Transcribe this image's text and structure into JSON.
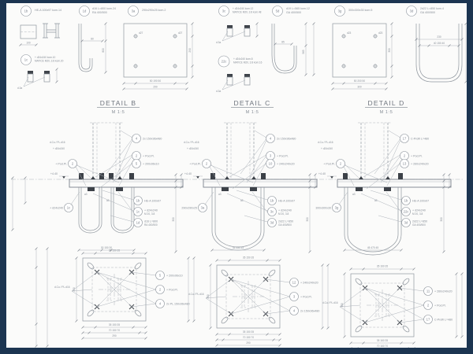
{
  "colors": {
    "background": "#1c3551",
    "paper": "#fbfbfa",
    "line": "#adb3ba",
    "dark": "#3c4148",
    "text": "#878e97"
  },
  "parts": [
    {
      "id": "1b",
      "line1": "HE-A 100x97 kom.14",
      "dim": "100"
    },
    {
      "id": "1c",
      "line1": "+ d24x240 kom.10",
      "line2": "MATICE M20, 3.8 kom.20",
      "note": "d.3a"
    },
    {
      "id": "1d",
      "line1": "d16 L=800 kom.24",
      "line2": "RA 400/500",
      "dim_h": "80",
      "dim_v": "800"
    },
    {
      "id": "3a",
      "line1": "290x290x25 kom.2",
      "hole": "d27",
      "dim_b1": "50 190 50",
      "dim_b2": "290",
      "dim_r": "290"
    },
    {
      "id": "3c",
      "line1": "+ d24x240 kom.12",
      "line2": "MATICE M20, 3.8 kom.48",
      "note": "d.3a"
    },
    {
      "id": "22c",
      "line1": "+ d24x240 kom.8",
      "line2": "MATICE M20, 3.8 kom.16",
      "note": "d.3a"
    },
    {
      "id": "5d",
      "line1": "d19 L=565 kom.12",
      "line2": "GA 400/500",
      "dim_h": "85",
      "dim_v": "565"
    },
    {
      "id": "3g",
      "line1": "300x300x30 kom.5",
      "hole": "d23",
      "dim_b1": "50 200 50",
      "dim_b2": "300",
      "dim_r": "300"
    },
    {
      "id": "3d",
      "line1": "2d22 L=850 kom.4",
      "line2": "GA 400/500",
      "dim_h1": "40 150 40",
      "dim_h2": "230"
    }
  ],
  "details": [
    {
      "title": "DETAIL B",
      "scale": "M 1:5",
      "level": "+4.40",
      "elev": {
        "note1": "d.Cu / PL.d16",
        "note2": "+ d24x240",
        "weld1": "a3",
        "weld2": "a5",
        "right": [
          {
            "n": "4",
            "t": "2x 150x96x480"
          },
          {
            "n": "2",
            "t": "+ Pod.Pl."
          },
          {
            "n": "5",
            "t": "+ 200x96x10"
          }
        ],
        "left": {
          "n": "2",
          "t": "+ Pod.Pl."
        },
        "bleft": {
          "n": "1c",
          "t": "+ d24x240"
        },
        "bright": [
          {
            "n": "1b",
            "t": "HE-A 100x97",
            "t2": ""
          },
          {
            "n": "1c",
            "t": "+ d24x240",
            "t2": "M 20, 3.8"
          },
          {
            "n": "1d",
            "t": "d16 L=800",
            "t2": "RA 400/500"
          }
        ],
        "dim_bottom": "30 150 30",
        "dim_right": "300"
      },
      "plan": {
        "note": "d.Cu / PL.d16",
        "right": [
          {
            "n": "5",
            "t": "+ 200x96x10"
          },
          {
            "n": "2",
            "t": "+ Pod.Pl."
          },
          {
            "n": "4",
            "t": "2x PL 150x96x480"
          }
        ],
        "dim_top": "35 150 35",
        "dim_b1": "35 150 35",
        "dim_b2": "70 150 70",
        "dim_b3": "290",
        "dim_left": "290"
      }
    },
    {
      "title": "DETAIL C",
      "scale": "M 1:5",
      "level": "+4.40",
      "elev": {
        "note1": "d.Cu / PL.d16",
        "note2": "+ d24x240",
        "weld1": "a3",
        "weld2": "a5",
        "right": [
          {
            "n": "4",
            "t": "2x 150x96x480"
          },
          {
            "n": "3",
            "t": "+ Pod.Pl."
          },
          {
            "n": "10",
            "t": "+ 240x240x20"
          }
        ],
        "left": {
          "n": "2",
          "t": "+ Pod.Pl."
        },
        "bleft": {
          "n": "3a",
          "t": "290x290x25"
        },
        "bright": [
          {
            "n": "1b",
            "t": "HE-A 100x97",
            "t2": ""
          },
          {
            "n": "3c",
            "t": "+ d24x240",
            "t2": "M 20, 3.8"
          },
          {
            "n": "3d",
            "t": "2d22 L=850",
            "t2": "GA 400/500"
          }
        ],
        "dim_bottom": "45 430 45",
        "dim_right": "300"
      },
      "plan": {
        "note": "d.Cu / PL.d16",
        "right": [
          {
            "n": "12",
            "t": "+ 240x240x20"
          },
          {
            "n": "3",
            "t": "+ Pod.Pl."
          },
          {
            "n": "4",
            "t": "2x 150x96x480"
          }
        ],
        "dim_top": "35 150 35",
        "dim_b1": "35 150 35",
        "dim_b2": "70 150 70",
        "dim_b3": "290",
        "dim_left": "290"
      }
    },
    {
      "title": "DETAIL D",
      "scale": "M 1:5",
      "level": "+4.40",
      "elev": {
        "note1": "d.Cu / PL.d16",
        "note2": "+ d24x240",
        "weld1": "a3",
        "weld2": "a5",
        "right": [
          {
            "n": "17",
            "t": "C-Profil L=480"
          },
          {
            "n": "2",
            "t": "+ Pod.Pl."
          },
          {
            "n": "13",
            "t": "+ 260x240x20"
          }
        ],
        "left": {
          "n": "2",
          "t": "+ Pod.Pl."
        },
        "bleft": {
          "n": "3g",
          "t": "300x300x30"
        },
        "bright": [
          {
            "n": "1b",
            "t": "HE-A 100x97",
            "t2": ""
          },
          {
            "n": "22c",
            "t": "+ d24x240",
            "t2": "M 20, 3.8"
          },
          {
            "n": "3d",
            "t": "2d22 L=850",
            "t2": "GA 400/500"
          }
        ],
        "dim_bottom": "45 470 45",
        "dim_right": "300"
      },
      "plan": {
        "note": "d.Cu / PL.d16",
        "right": [
          {
            "n": "11",
            "t": "+ 260x240x20"
          },
          {
            "n": "2",
            "t": "+ Pod.Pl."
          },
          {
            "n": "17",
            "t": "C-Profil L=480"
          }
        ],
        "dim_top": "35 160 35",
        "dim_b1": "35 160 35",
        "dim_b2": "70 160 70",
        "dim_b3": "300",
        "dim_left": "300"
      }
    }
  ]
}
